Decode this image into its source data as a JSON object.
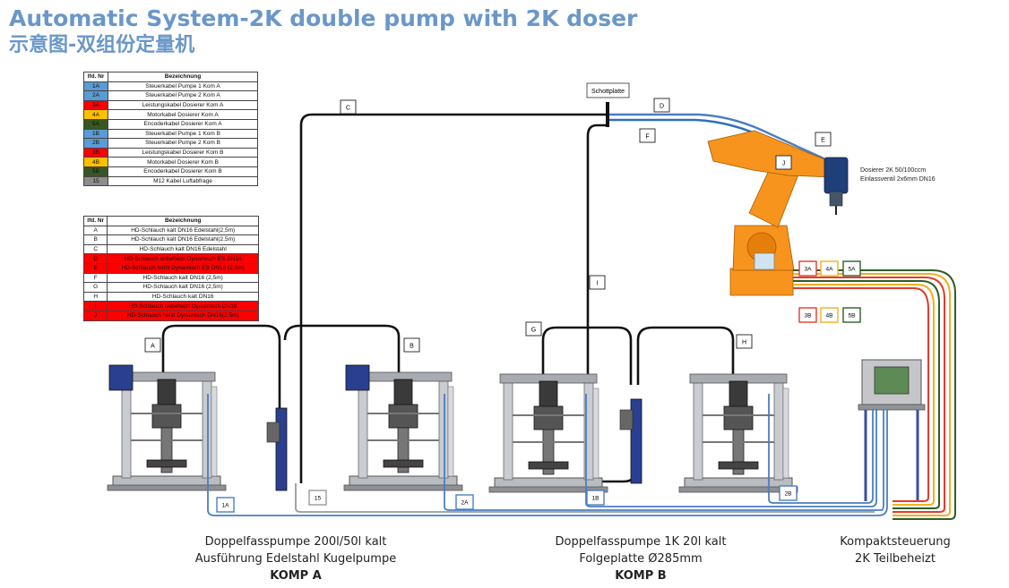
{
  "title": "Automatic System-2K double pump with 2K doser",
  "subtitle": "示意图-双组份定量机",
  "cable_table": {
    "header_no": "lfd. Nr",
    "header_desc": "Bezeichnung",
    "rows": [
      {
        "code": "1A",
        "desc": "Steuerkabel Pumpe 1 Kom A",
        "color": "#5b9bd5"
      },
      {
        "code": "2A",
        "desc": "Steuerkabel Pumpe 2 Kom A",
        "color": "#5b9bd5"
      },
      {
        "code": "3A",
        "desc": "Leistungskabel Dosierer Kom A",
        "color": "#ff0000"
      },
      {
        "code": "4A",
        "desc": "Motorkabel Dosierer Kom A",
        "color": "#ffc000"
      },
      {
        "code": "5A",
        "desc": "Encoderkabel Dosierer Kom A",
        "color": "#375623"
      },
      {
        "code": "1B",
        "desc": "Steuerkabel Pumpe 1 Kom B",
        "color": "#5b9bd5"
      },
      {
        "code": "2B",
        "desc": "Steuerkabel Pumpe 2 Kom B",
        "color": "#5b9bd5"
      },
      {
        "code": "3B",
        "desc": "Leistungskabel Dosierer Kom B",
        "color": "#ff0000"
      },
      {
        "code": "4B",
        "desc": "Motorkabel Dosierer Kom B",
        "color": "#ffc000"
      },
      {
        "code": "5B",
        "desc": "Encoderkabel Dosierer Kom B",
        "color": "#375623"
      },
      {
        "code": "15",
        "desc": "M12 Kabel Luftabfrage",
        "color": "#8c8c8c"
      }
    ]
  },
  "hose_table": {
    "header_no": "lfd. Nr",
    "header_desc": "Bezeichnung",
    "rows": [
      {
        "code": "A",
        "desc": "HD-Schlauch kalt DN16 Edelstahl(2,5m)",
        "color": "#ffffff"
      },
      {
        "code": "B",
        "desc": "HD-Schlauch kalt DN16 Edelstahl(2,5m)",
        "color": "#ffffff"
      },
      {
        "code": "C",
        "desc": "HD-Schlauch kalt DN16 Edelstahl",
        "color": "#ffffff"
      },
      {
        "code": "D",
        "desc": "HD-Schlauch unbeheizt Dynamisch ES DN16",
        "color": "#ff0000"
      },
      {
        "code": "E",
        "desc": "HD-Schlauch heizt Dynamisch ES DN16 (2,5m)",
        "color": "#ff0000"
      },
      {
        "code": "F",
        "desc": "HD-Schlauch kalt DN16 (2,5m)",
        "color": "#ffffff"
      },
      {
        "code": "G",
        "desc": "HD-Schlauch kalt DN16 (2,5m)",
        "color": "#ffffff"
      },
      {
        "code": "H",
        "desc": "HD-Schlauch kalt DN16",
        "color": "#ffffff"
      },
      {
        "code": "I",
        "desc": "HD-Schlauch unbeheizt Dynamisch DN16",
        "color": "#ff0000"
      },
      {
        "code": "J",
        "desc": "HD-Schlauch heizt Dynamisch DN16(2,5m)",
        "color": "#ff0000"
      }
    ]
  },
  "labels": {
    "schottplatte": "Schottplatte",
    "doser_line1": "Dosierer 2K 50/100ccm",
    "doser_line2": "Einlassventil 2x6mm DN16",
    "hoses": [
      "A",
      "B",
      "C",
      "D",
      "E",
      "F",
      "G",
      "H",
      "I",
      "J"
    ],
    "cables": [
      "1A",
      "15",
      "2A",
      "1B",
      "2B",
      "3A",
      "4A",
      "5A",
      "3B",
      "4B",
      "5B"
    ]
  },
  "captions": {
    "komp_a_line1": "Doppelfasspumpe  200l/50l kalt",
    "komp_a_line2": "Ausführung Edelstahl Kugelpumpe",
    "komp_a_line3": "KOMP A",
    "komp_b_line1": "Doppelfasspumpe 1K 20l kalt",
    "komp_b_line2": "Folgeplatte Ø285mm",
    "komp_b_line3": "KOMP B",
    "ctrl_line1": "Kompaktsteuerung",
    "ctrl_line2": "2K Teilbeheizt"
  },
  "colors": {
    "title": "#6a97c8",
    "hose": "#111111",
    "cable_blue": "#4a7fc1",
    "cable_red": "#e23b2e",
    "cable_yellow": "#f2b01e",
    "cable_green": "#2f5d2a",
    "cable_grey": "#9a9a9a",
    "robot": "#f7941d",
    "pump_blue": "#2a3f8f"
  }
}
